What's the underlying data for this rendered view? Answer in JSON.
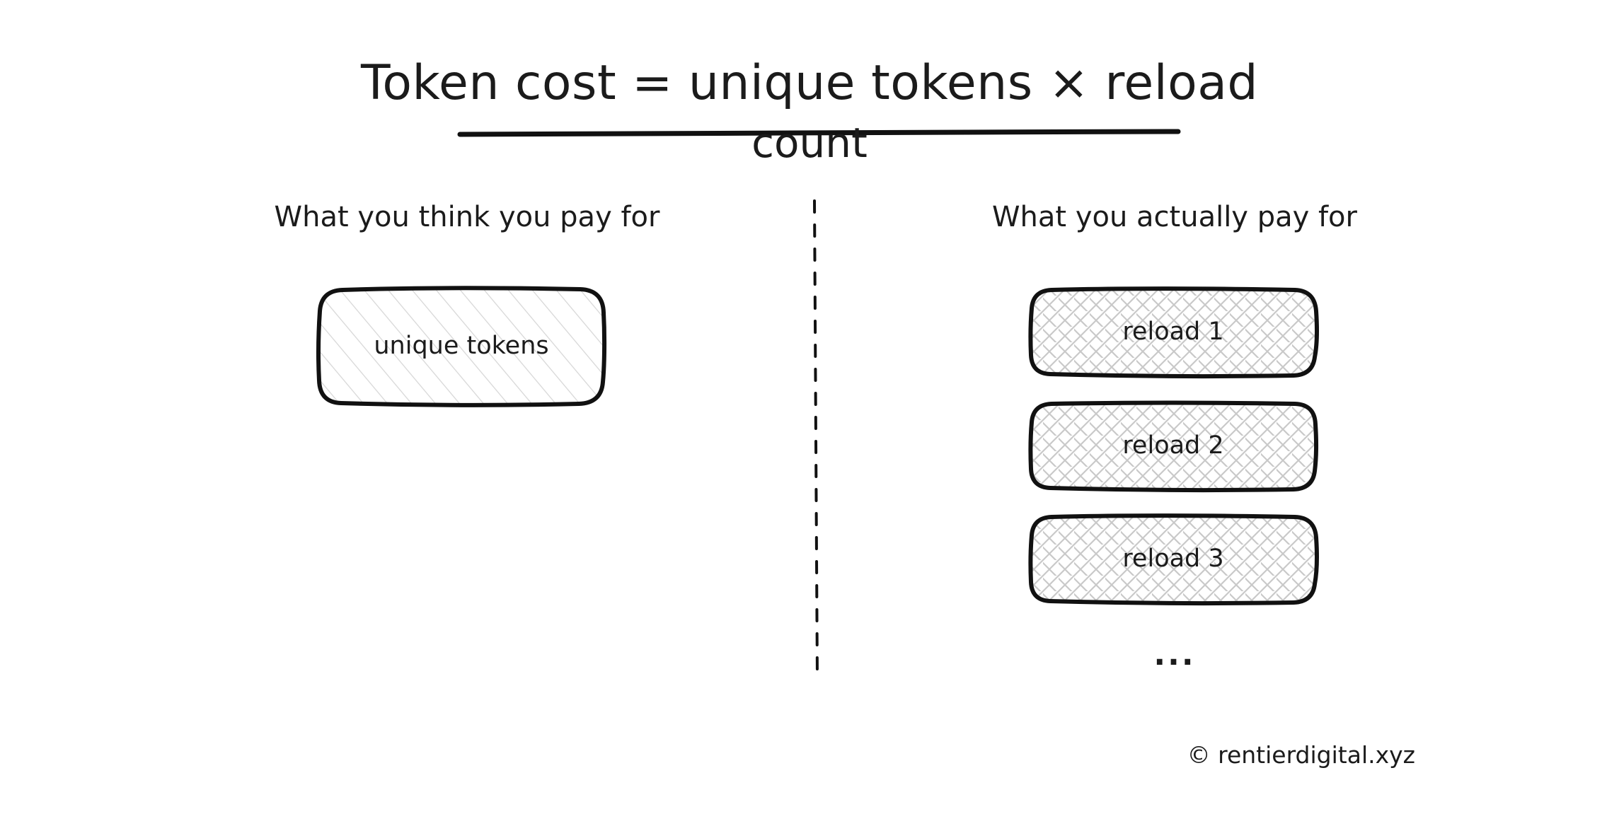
{
  "title": {
    "line1": "Token cost = unique tokens × reload",
    "line2": "count"
  },
  "left": {
    "heading": "What you think you pay for",
    "box_label": "unique tokens"
  },
  "right": {
    "heading": "What you actually pay for",
    "reloads": [
      "reload 1",
      "reload 2",
      "reload 3"
    ],
    "ellipsis": "..."
  },
  "footer": {
    "credit": "© rentierdigital.xyz"
  },
  "colors": {
    "stroke": "#111111",
    "hatch": "#d0d0d0",
    "text": "#1b1b1b"
  }
}
